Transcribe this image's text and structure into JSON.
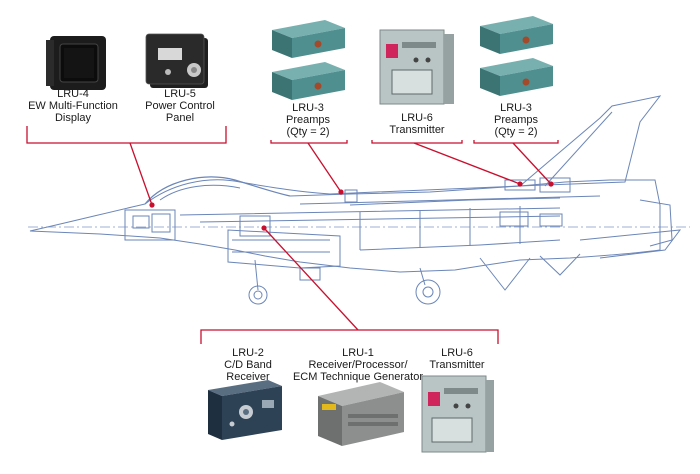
{
  "labels": {
    "lru4": {
      "line1": "LRU-4",
      "line2": "EW Multi-Function",
      "line3": "Display"
    },
    "lru5": {
      "line1": "LRU-5",
      "line2": "Power Control",
      "line3": "Panel"
    },
    "lru3_left": {
      "line1": "LRU-3",
      "line2": "Preamps",
      "line3": "(Qty = 2)"
    },
    "lru6_top": {
      "line1": "LRU-6",
      "line2": "Transmitter"
    },
    "lru3_right": {
      "line1": "LRU-3",
      "line2": "Preamps",
      "line3": "(Qty = 2)"
    },
    "lru2": {
      "line1": "LRU-2",
      "line2": "C/D Band",
      "line3": "Receiver"
    },
    "lru1": {
      "line1": "LRU-1",
      "line2": "Receiver/Processor/",
      "line3": "ECM Technique Generator"
    },
    "lru6_bottom": {
      "line1": "LRU-6",
      "line2": "Transmitter"
    }
  },
  "colors": {
    "callout_line": "#c8102e",
    "aircraft_line": "#6b86b8",
    "centerline": "#9fb2d6",
    "preamp_body": "#4f8f8f",
    "display_body": "#1c1c1c",
    "transmitter_body": "#b9c4c4",
    "receiver_body": "#2e4256",
    "processor_body": "#8d8f8e"
  }
}
